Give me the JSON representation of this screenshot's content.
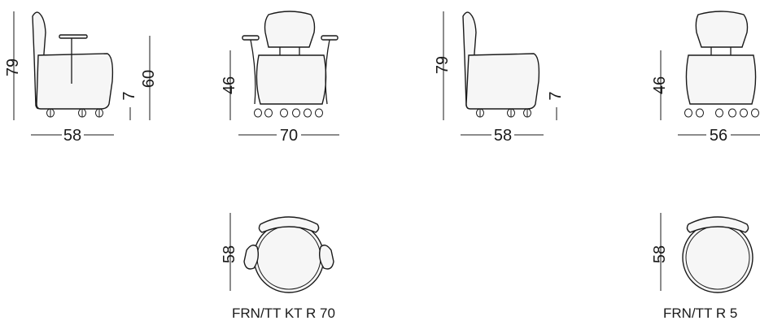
{
  "views": {
    "side_armchair": {
      "height_back": "79",
      "height_table": "60",
      "seat_gap": "7",
      "width": "58"
    },
    "front_armchair": {
      "seat_height": "46",
      "width": "70"
    },
    "side_chair": {
      "height_back": "79",
      "seat_gap": "7",
      "width": "58"
    },
    "front_chair": {
      "seat_height": "46",
      "width": "56"
    },
    "top_armchair": {
      "depth": "58",
      "caption": "FRN/TT KT R 70"
    },
    "top_chair": {
      "depth": "58",
      "caption": "FRN/TT R 5"
    }
  }
}
